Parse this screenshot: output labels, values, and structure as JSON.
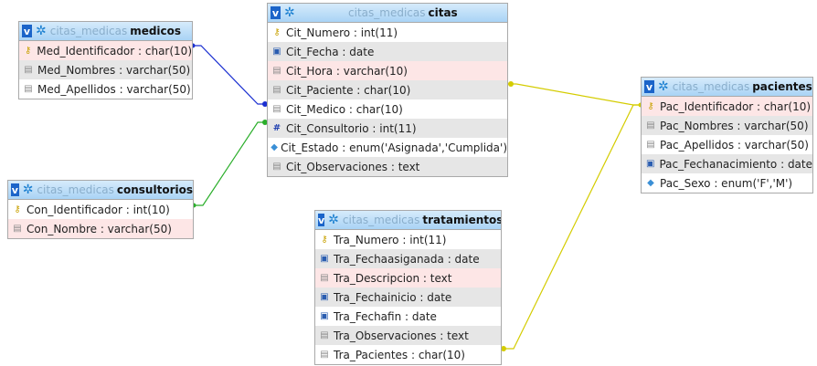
{
  "database": "citas_medicas",
  "tables": [
    {
      "id": "medicos",
      "name": "medicos",
      "fields": [
        {
          "label": "Med_Identificador : char(10)",
          "icon": "key-icon",
          "shade": "pink"
        },
        {
          "label": "Med_Nombres : varchar(50)",
          "icon": "text-field-icon",
          "shade": "grey"
        },
        {
          "label": "Med_Apellidos : varchar(50)",
          "icon": "text-field-icon",
          "shade": "white"
        }
      ]
    },
    {
      "id": "consultorios",
      "name": "consultorios",
      "fields": [
        {
          "label": "Con_Identificador : int(10)",
          "icon": "key-icon",
          "shade": "white"
        },
        {
          "label": "Con_Nombre : varchar(50)",
          "icon": "text-field-icon",
          "shade": "pink"
        }
      ]
    },
    {
      "id": "citas",
      "name": "citas",
      "fields": [
        {
          "label": "Cit_Numero : int(11)",
          "icon": "key-icon",
          "shade": "white"
        },
        {
          "label": "Cit_Fecha : date",
          "icon": "date-field-icon",
          "shade": "grey"
        },
        {
          "label": "Cit_Hora : varchar(10)",
          "icon": "text-field-icon",
          "shade": "pink"
        },
        {
          "label": "Cit_Paciente : char(10)",
          "icon": "text-field-icon",
          "shade": "grey"
        },
        {
          "label": "Cit_Medico : char(10)",
          "icon": "text-field-icon",
          "shade": "white"
        },
        {
          "label": "Cit_Consultorio : int(11)",
          "icon": "number-field-icon",
          "shade": "grey"
        },
        {
          "label": "Cit_Estado : enum('Asignada','Cumplida')",
          "icon": "enum-field-icon",
          "shade": "white"
        },
        {
          "label": "Cit_Observaciones : text",
          "icon": "text-field-icon",
          "shade": "grey"
        }
      ]
    },
    {
      "id": "tratamientos",
      "name": "tratamientos",
      "fields": [
        {
          "label": "Tra_Numero : int(11)",
          "icon": "key-icon",
          "shade": "white"
        },
        {
          "label": "Tra_Fechaasiganada : date",
          "icon": "date-field-icon",
          "shade": "grey"
        },
        {
          "label": "Tra_Descripcion : text",
          "icon": "text-field-icon",
          "shade": "pink"
        },
        {
          "label": "Tra_Fechainicio : date",
          "icon": "date-field-icon",
          "shade": "grey"
        },
        {
          "label": "Tra_Fechafin : date",
          "icon": "date-field-icon",
          "shade": "white"
        },
        {
          "label": "Tra_Observaciones : text",
          "icon": "text-field-icon",
          "shade": "grey"
        },
        {
          "label": "Tra_Pacientes : char(10)",
          "icon": "text-field-icon",
          "shade": "white"
        }
      ]
    },
    {
      "id": "pacientes",
      "name": "pacientes",
      "fields": [
        {
          "label": "Pac_Identificador : char(10)",
          "icon": "key-icon",
          "shade": "pink"
        },
        {
          "label": "Pac_Nombres : varchar(50)",
          "icon": "text-field-icon",
          "shade": "grey"
        },
        {
          "label": "Pac_Apellidos : varchar(50)",
          "icon": "text-field-icon",
          "shade": "white"
        },
        {
          "label": "Pac_Fechanacimiento : date",
          "icon": "date-field-icon",
          "shade": "grey"
        },
        {
          "label": "Pac_Sexo : enum('F','M')",
          "icon": "enum-field-icon",
          "shade": "white"
        }
      ]
    }
  ],
  "relations": [
    {
      "from": "citas.Cit_Medico",
      "to": "medicos.Med_Identificador",
      "color": "#1a2fd0"
    },
    {
      "from": "citas.Cit_Consultorio",
      "to": "consultorios.Con_Identificador",
      "color": "#2aae2a"
    },
    {
      "from": "citas.Cit_Paciente",
      "to": "pacientes.Pac_Identificador",
      "color": "#d4cc00"
    },
    {
      "from": "tratamientos.Tra_Pacientes",
      "to": "pacientes.Pac_Identificador",
      "color": "#d4cc00"
    }
  ],
  "colors": {
    "header_gradient_top": "#d6ebfb",
    "header_gradient_bottom": "#a9d3f5",
    "row_pink": "#fde6e6",
    "row_grey": "#e6e6e6",
    "border": "#a9a9a9"
  }
}
